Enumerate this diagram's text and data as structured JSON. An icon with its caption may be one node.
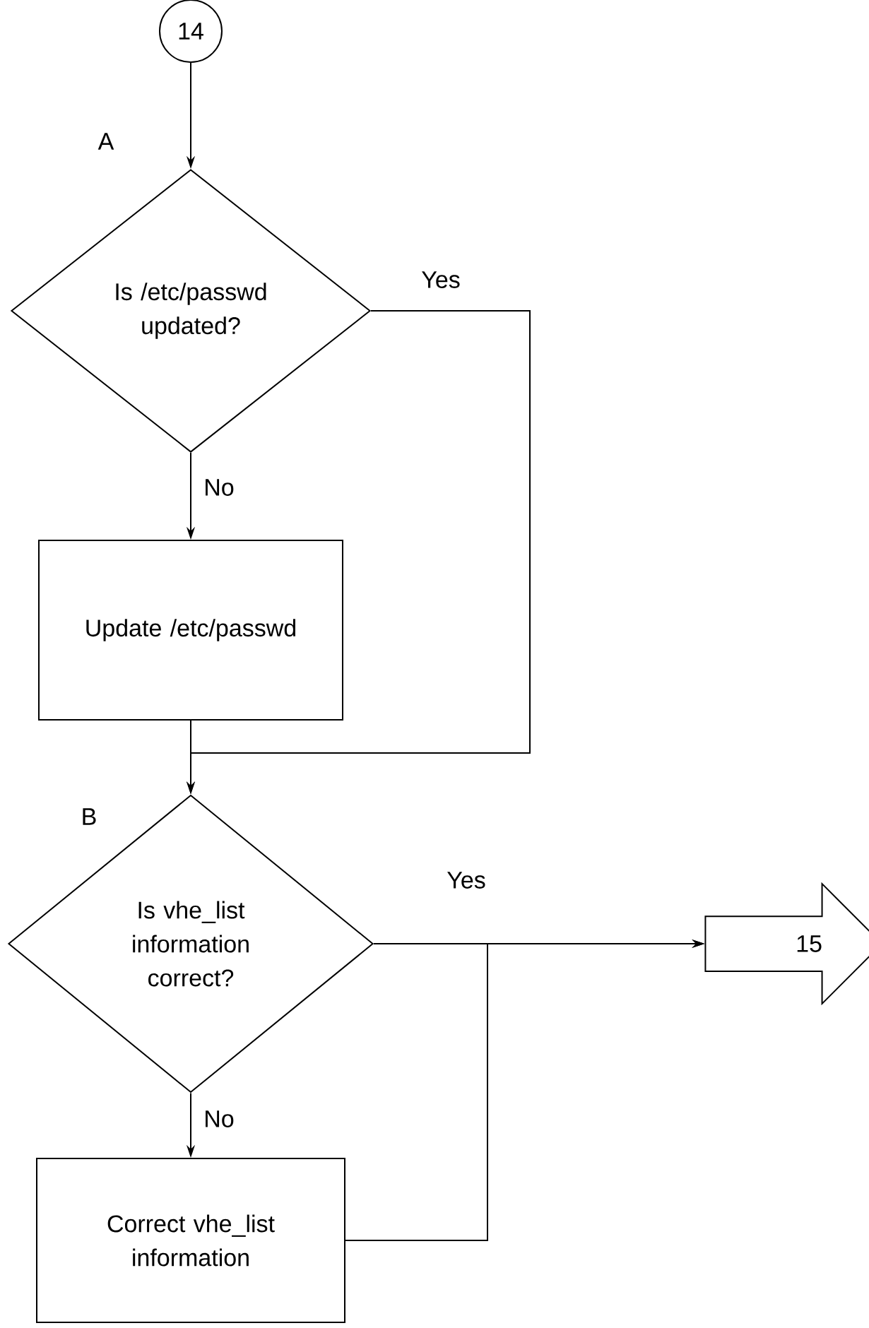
{
  "diagram": {
    "nodes": [
      {
        "text": [
          "14"
        ]
      },
      {
        "text": [
          "Is /etc/passwd updated?"
        ],
        "beside": [
          "A"
        ]
      },
      {
        "text": [
          "Update /etc/passwd"
        ]
      },
      {
        "text": [
          "Is vhe_list information correct?"
        ],
        "beside": [
          "B"
        ]
      },
      {
        "text": [
          "15"
        ]
      },
      {
        "text": [
          "Correct vhe_list information"
        ]
      }
    ],
    "edges": [
      {
        "from": 0,
        "to": 1,
        "arrow": "to"
      },
      {
        "from": 1,
        "to": 2,
        "arrow": "to",
        "label": "No"
      },
      {
        "from": 2,
        "to": 3,
        "arrow": "to"
      },
      {
        "from": 1,
        "to": 3,
        "arrow": "to",
        "label": "Yes"
      },
      {
        "from": 3,
        "to": 4,
        "arrow": "to",
        "label": "Yes"
      },
      {
        "from": 3,
        "to": 5,
        "arrow": "to",
        "label": "No"
      },
      {
        "from": 5,
        "to": 4,
        "arrow": "to"
      }
    ]
  }
}
